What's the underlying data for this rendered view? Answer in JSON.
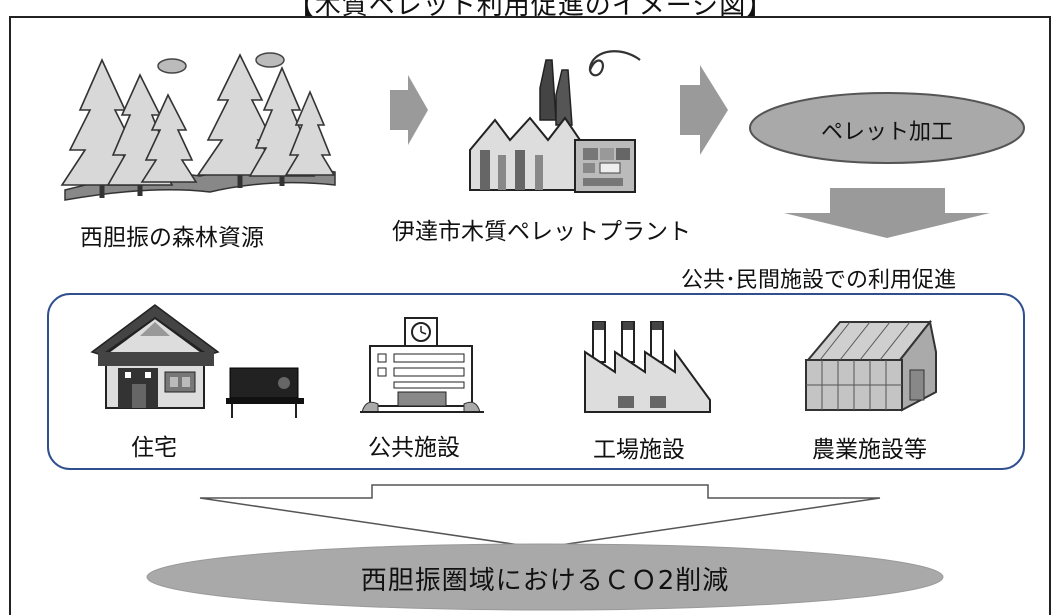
{
  "title": "【木質ペレット利用促進のイメージ図】",
  "flow": {
    "forest_label": "西胆振の森林資源",
    "plant_label": "伊達市木質ペレットプラント",
    "process_label": "ペレット加工"
  },
  "facilities": {
    "caption": "公共･民間施設での利用促進",
    "items": [
      {
        "label": "住宅",
        "icon": "house-with-stove-icon"
      },
      {
        "label": "公共施設",
        "icon": "public-building-icon"
      },
      {
        "label": "工場施設",
        "icon": "factory-icon"
      },
      {
        "label": "農業施設等",
        "icon": "greenhouse-icon"
      }
    ]
  },
  "result": {
    "label": "西胆振圏域におけるＣＯ2削減"
  },
  "colors": {
    "border": "#222222",
    "panel_border": "#2f4f8f",
    "arrow_gray": "#9a9a9a",
    "oval_gray": "#a9a9a9",
    "icon_dark": "#333333"
  }
}
